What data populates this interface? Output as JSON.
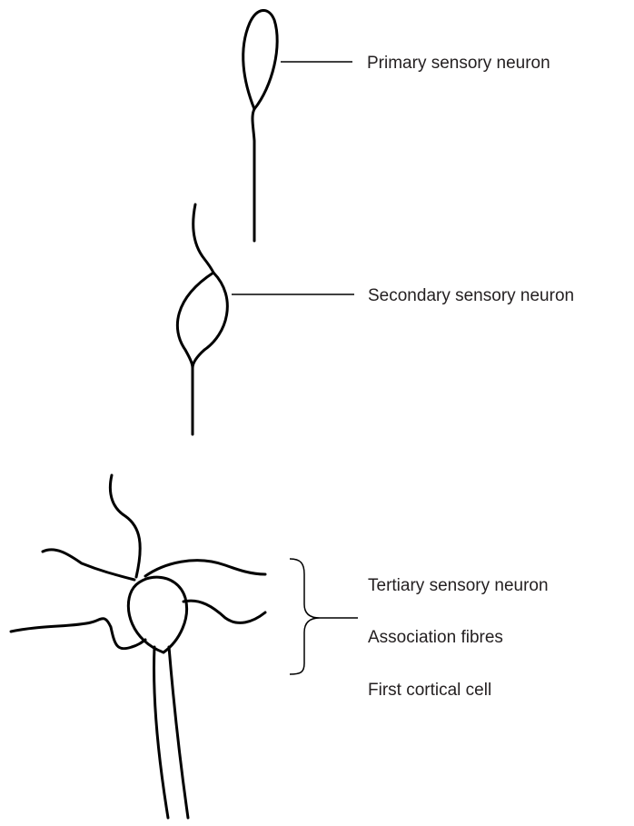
{
  "labels": {
    "primary": "Primary sensory neuron",
    "secondary": "Secondary sensory neuron",
    "tertiary": "Tertiary sensory neuron",
    "association": "Association fibres",
    "cortical": "First cortical cell"
  }
}
